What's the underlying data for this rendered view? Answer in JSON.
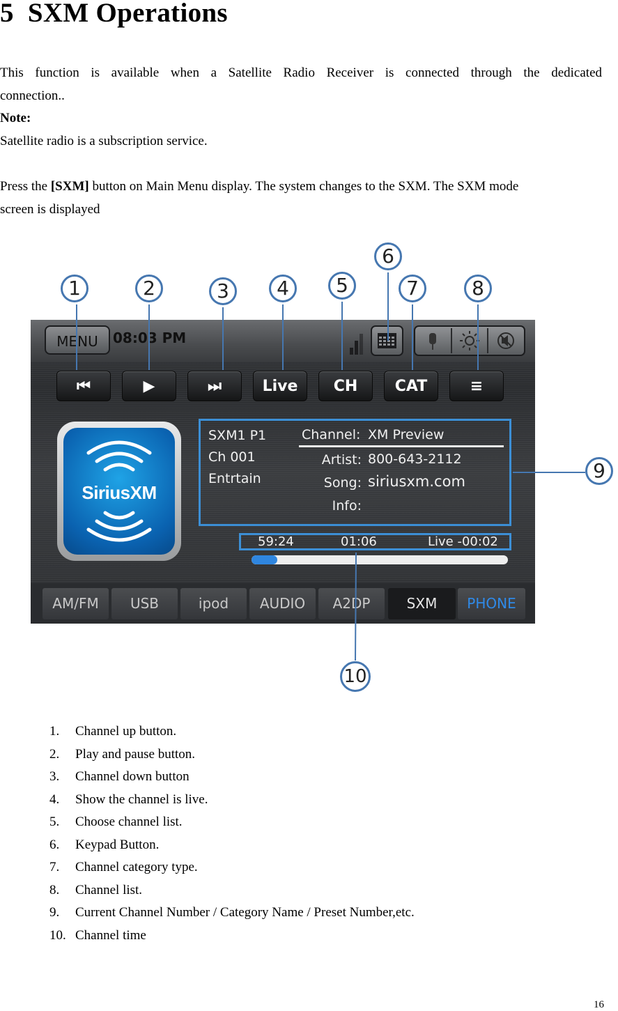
{
  "section": {
    "number": "5",
    "title": "SXM Operations"
  },
  "intro": {
    "line1": "This function is available when a Satellite Radio Receiver is connected through the dedicated",
    "line2": "connection..",
    "note_label": "Note:",
    "note_text": "Satellite radio is a subscription service.",
    "press_before": "Press the ",
    "press_button": "[SXM]",
    "press_after": " button on Main Menu display. The system changes to the SXM. The SXM mode",
    "press_line2": "screen is displayed"
  },
  "screen": {
    "menu_label": "MENU",
    "clock": "08:03 PM",
    "controls": [
      "⏮",
      "▶",
      "⏭",
      "Live",
      "CH",
      "CAT",
      "≡"
    ],
    "logo_text": "SiriusXM",
    "info": {
      "preset": "SXM1 P1",
      "channel_number": "Ch 001",
      "category": "Entrtain",
      "channel_label": "Channel:",
      "channel_value": "XM Preview",
      "artist_label": "Artist:",
      "artist_value": "800-643-2112",
      "song_label": "Song:",
      "song_value": "siriusxm.com",
      "info_label": "Info:",
      "info_value": ""
    },
    "time": {
      "elapsed": "59:24",
      "position": "01:06",
      "live": "Live -00:02",
      "progress": 0.1
    },
    "sources": [
      "AM/FM",
      "USB",
      "ipod",
      "AUDIO",
      "A2DP",
      "SXM",
      "PHONE"
    ],
    "active_source": "SXM"
  },
  "callouts": [
    "1",
    "2",
    "3",
    "4",
    "5",
    "6",
    "7",
    "8",
    "9",
    "10"
  ],
  "callout_color": "#4677b0",
  "highlight_color": "#3c8fd6",
  "legend": [
    {
      "num": "1.",
      "text": "Channel up button."
    },
    {
      "num": "2.",
      "text": "Play and pause button."
    },
    {
      "num": "3.",
      "text": "Channel down button"
    },
    {
      "num": "4.",
      "text": "Show the channel is live."
    },
    {
      "num": "5.",
      "text": "Choose channel list."
    },
    {
      "num": "6.",
      "text": "Keypad Button."
    },
    {
      "num": "7.",
      "text": "Channel category type."
    },
    {
      "num": "8.",
      "text": "Channel list."
    },
    {
      "num": "9.",
      "text": "Current Channel Number / Category Name / Preset Number,etc."
    },
    {
      "num": "10.",
      "text": "Channel time"
    }
  ],
  "page_number": "16"
}
